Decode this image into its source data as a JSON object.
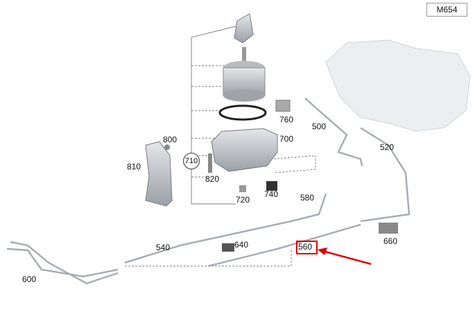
{
  "model_code": "M654",
  "group_label": "710",
  "highlighted_part": "560",
  "highlight_color": "#e00000",
  "parts": {
    "p500": "500",
    "p520": "520",
    "p540": "540",
    "p560": "560",
    "p580": "580",
    "p600": "600",
    "p640": "640",
    "p660": "660",
    "p700": "700",
    "p720": "720",
    "p740": "740",
    "p760": "760",
    "p800": "800",
    "p810": "810",
    "p820": "820"
  }
}
